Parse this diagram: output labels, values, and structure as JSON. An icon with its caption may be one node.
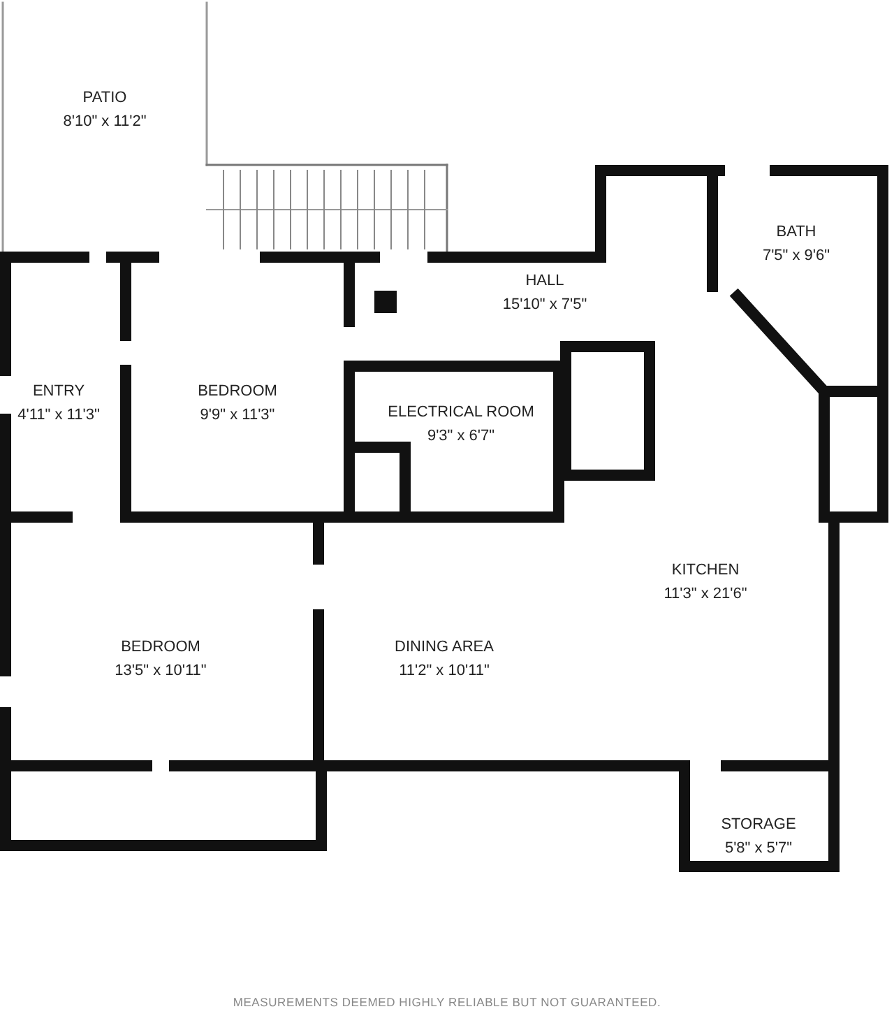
{
  "diagram": {
    "nodes": [
      {
        "text": [
          "PATIO",
          "8'10\" x 11'2\""
        ]
      },
      {
        "text": [
          "BATH",
          "7'5\" x 9'6\""
        ]
      },
      {
        "text": [
          "HALL",
          "15'10\" x 7'5\""
        ]
      },
      {
        "text": [
          "ENTRY",
          "4'11\" x 11'3\""
        ]
      },
      {
        "text": [
          "BEDROOM",
          "9'9\" x 11'3\""
        ]
      },
      {
        "text": [
          "ELECTRICAL ROOM",
          "9'3\" x 6'7\""
        ]
      },
      {
        "text": [
          "KITCHEN",
          "11'3\" x 21'6\""
        ]
      },
      {
        "text": [
          "BEDROOM",
          "13'5\" x 10'11\""
        ]
      },
      {
        "text": [
          "DINING AREA",
          "11'2\" x 10'11\""
        ]
      },
      {
        "text": [
          "STORAGE",
          "5'8\" x 5'7\""
        ]
      }
    ],
    "labels": [
      "MEASUREMENTS DEEMED HIGHLY RELIABLE BUT NOT GUARANTEED."
    ]
  }
}
